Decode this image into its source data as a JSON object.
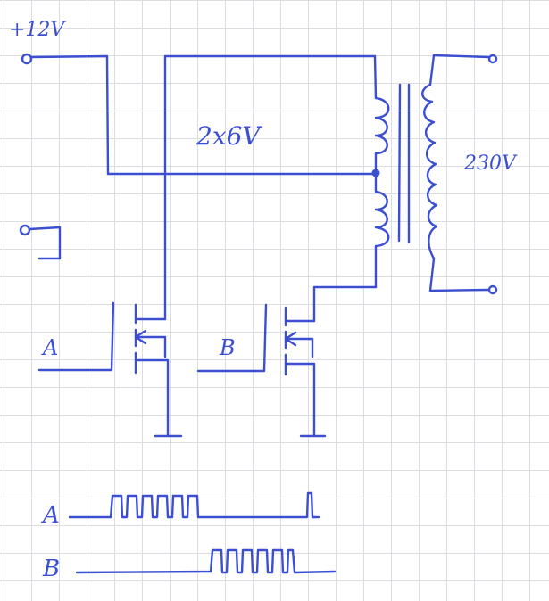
{
  "labels": {
    "supply": "+12V",
    "primary": "2x6V",
    "secondary": "230V",
    "gate_a": "A",
    "gate_b": "B",
    "timing_a": "A",
    "timing_b": "B"
  },
  "colors": {
    "ink": "#3b4fd0",
    "grid": "#dcdde2",
    "paper": "#ffffff"
  }
}
